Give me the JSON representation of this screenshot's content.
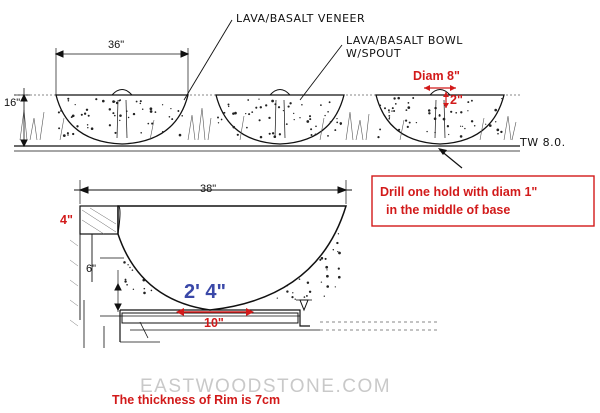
{
  "top_view": {
    "label_veneer": "LAVA/BASALT VENEER",
    "label_bowl_line1": "LAVA/BASALT BOWL",
    "label_bowl_line2": "W/SPOUT",
    "dim_width": "36\"",
    "dim_height": "16\"",
    "diam_label": "Diam 8\"",
    "small_dim": "2\"",
    "tw_label": "TW 8.0."
  },
  "note": {
    "line1": "Drill one hold with diam 1\"",
    "line2": "in the middle of base"
  },
  "section": {
    "dim_width": "38\"",
    "dim_rim": "4\"",
    "dim_side": "6\"",
    "dim_center": "2' 4\"",
    "dim_base": "10\""
  },
  "watermark": "EASTWOODSTONE.COM",
  "footer": "The thickness of Rim is 7cm",
  "colors": {
    "red": "#d21a1a",
    "blue": "#3a48a8",
    "ink": "#111111"
  }
}
